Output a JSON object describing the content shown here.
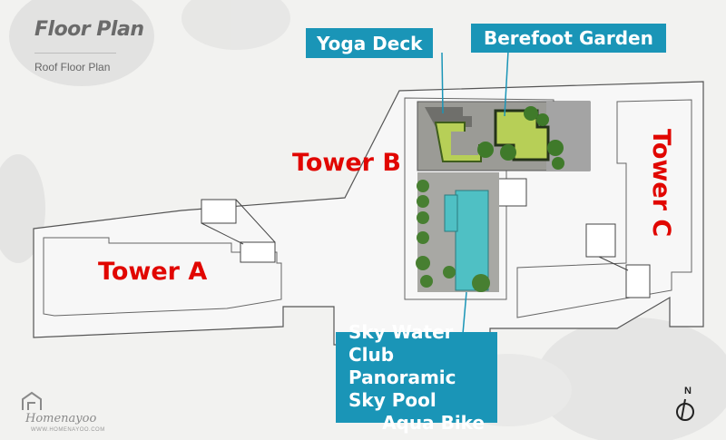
{
  "header": {
    "title": "Floor Plan",
    "subtitle": "Roof Floor Plan"
  },
  "towers": {
    "a": "Tower A",
    "b": "Tower B",
    "c": "Tower C"
  },
  "callouts": {
    "yoga": "Yoga Deck",
    "garden": "Berefoot Garden",
    "pool": [
      "Sky Water Club",
      "Panoramic Sky Pool",
      "Aqua Bike"
    ]
  },
  "compass": {
    "label": "N"
  },
  "logo": {
    "name": "Homenayoo",
    "url": "WWW.HOMENAYOO.COM"
  },
  "colors": {
    "callout_bg": "#1a95b7",
    "tower_label": "#e10600",
    "outline": "#555555",
    "pool_water": "#4fc0c4",
    "lawn": "#b7cf57"
  }
}
